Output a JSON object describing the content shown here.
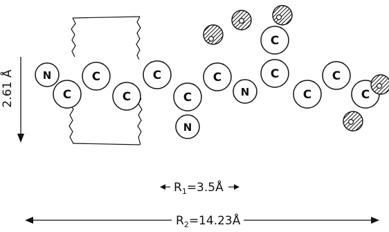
{
  "atoms": [
    {
      "id": "a1",
      "element": "N"
    },
    {
      "id": "a2",
      "element": "C"
    },
    {
      "id": "a3",
      "element": "C"
    },
    {
      "id": "a4",
      "element": "C"
    },
    {
      "id": "a5",
      "element": "C"
    },
    {
      "id": "a6",
      "element": "C"
    },
    {
      "id": "a7",
      "element": "C"
    },
    {
      "id": "a8",
      "element": "N"
    },
    {
      "id": "a9",
      "element": "N"
    },
    {
      "id": "a10",
      "element": "C"
    },
    {
      "id": "a11",
      "element": "C"
    },
    {
      "id": "a12",
      "element": "C"
    },
    {
      "id": "a13",
      "element": "C"
    },
    {
      "id": "a14",
      "element": "C"
    }
  ],
  "hatched_atom_count": 5,
  "labels": {
    "height": "2.61 Å",
    "r1_prefix": "R",
    "r1_sub": "1",
    "r1_value": "=3.5Å",
    "r2_prefix": "R",
    "r2_sub": "2",
    "r2_value": "=14.23Å"
  },
  "colors": {
    "stroke": "#111111",
    "background": "#ffffff"
  }
}
